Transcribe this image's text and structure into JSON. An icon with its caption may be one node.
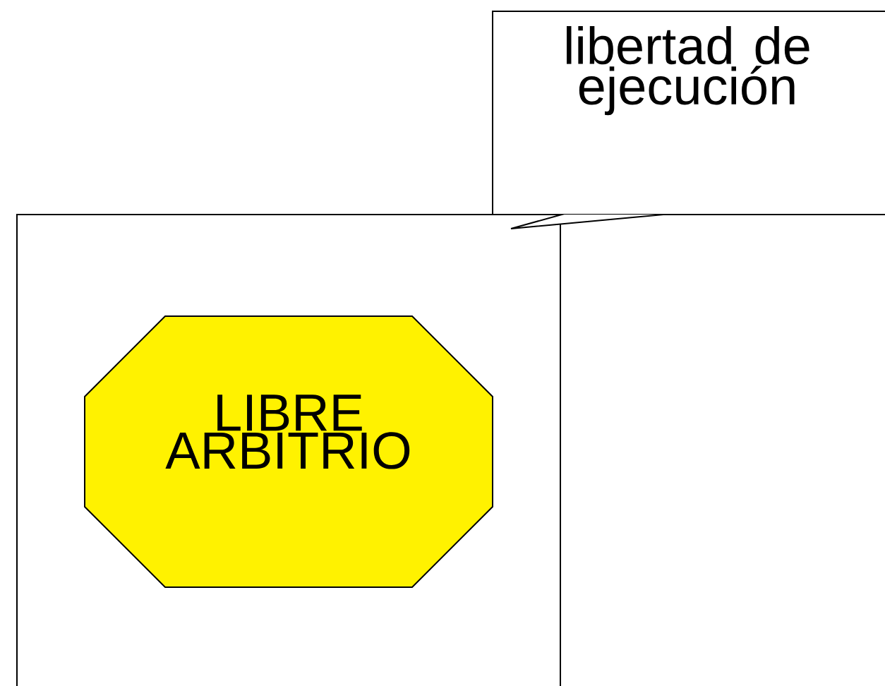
{
  "diagram": {
    "nodes": [
      {
        "text": [],
        "shape": "box"
      },
      {
        "text": [
          "LIBRE ARBITRIO"
        ],
        "in": 0
      },
      {
        "text": [
          "libertad de ejecución"
        ]
      }
    ]
  }
}
